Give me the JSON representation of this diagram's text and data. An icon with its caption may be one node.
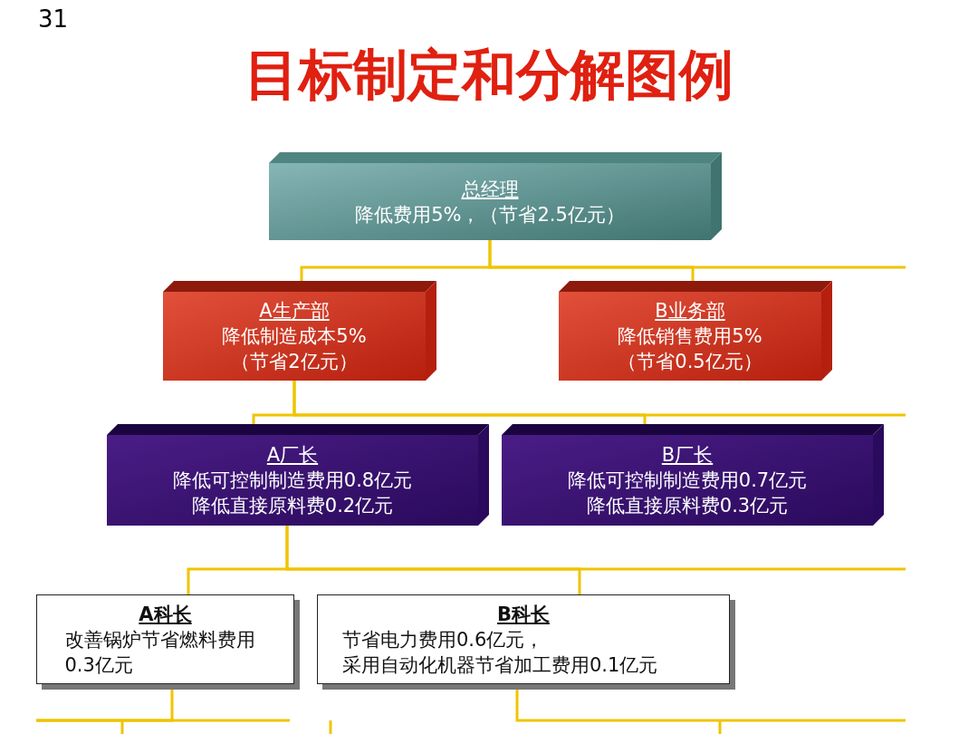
{
  "diagram": {
    "title": "目标制定和分解图例",
    "nodes": [
      {
        "text": [
          "总经理",
          "降低费用5%，（节省2.5亿元）"
        ]
      },
      {
        "text": [
          "A生产部",
          "降低制造成本5%（节省2亿元）"
        ]
      },
      {
        "text": [
          "B业务部",
          "降低销售费用5%（节省0.5亿元）"
        ]
      },
      {
        "text": [
          "A厂长",
          "降低可控制制造费用0.8亿元降低直接原料费0.2亿元"
        ]
      },
      {
        "text": [
          "B厂长",
          "降低可控制制造费用0.7亿元降低直接原料费0.3亿元"
        ]
      },
      {
        "text": [
          "A科长",
          "改善锅炉节省燃料费用0.3亿元"
        ]
      },
      {
        "text": [
          "B科长",
          "节省电力费用0.6亿元，采用自动化机器节省加工费用0.1亿元"
        ]
      }
    ],
    "edges": [
      {
        "from": 0,
        "to": 1,
        "arrow": "none"
      },
      {
        "from": 0,
        "to": 2,
        "arrow": "none"
      },
      {
        "from": 1,
        "to": 3,
        "arrow": "none"
      },
      {
        "from": 1,
        "to": 4,
        "arrow": "none"
      },
      {
        "from": 3,
        "to": 5,
        "arrow": "none"
      },
      {
        "from": 3,
        "to": 6,
        "arrow": "none"
      },
      {
        "from": 5,
        "to": null,
        "arrow": "none"
      },
      {
        "from": 6,
        "to": null,
        "arrow": "none"
      }
    ],
    "labels": [
      "31"
    ]
  }
}
